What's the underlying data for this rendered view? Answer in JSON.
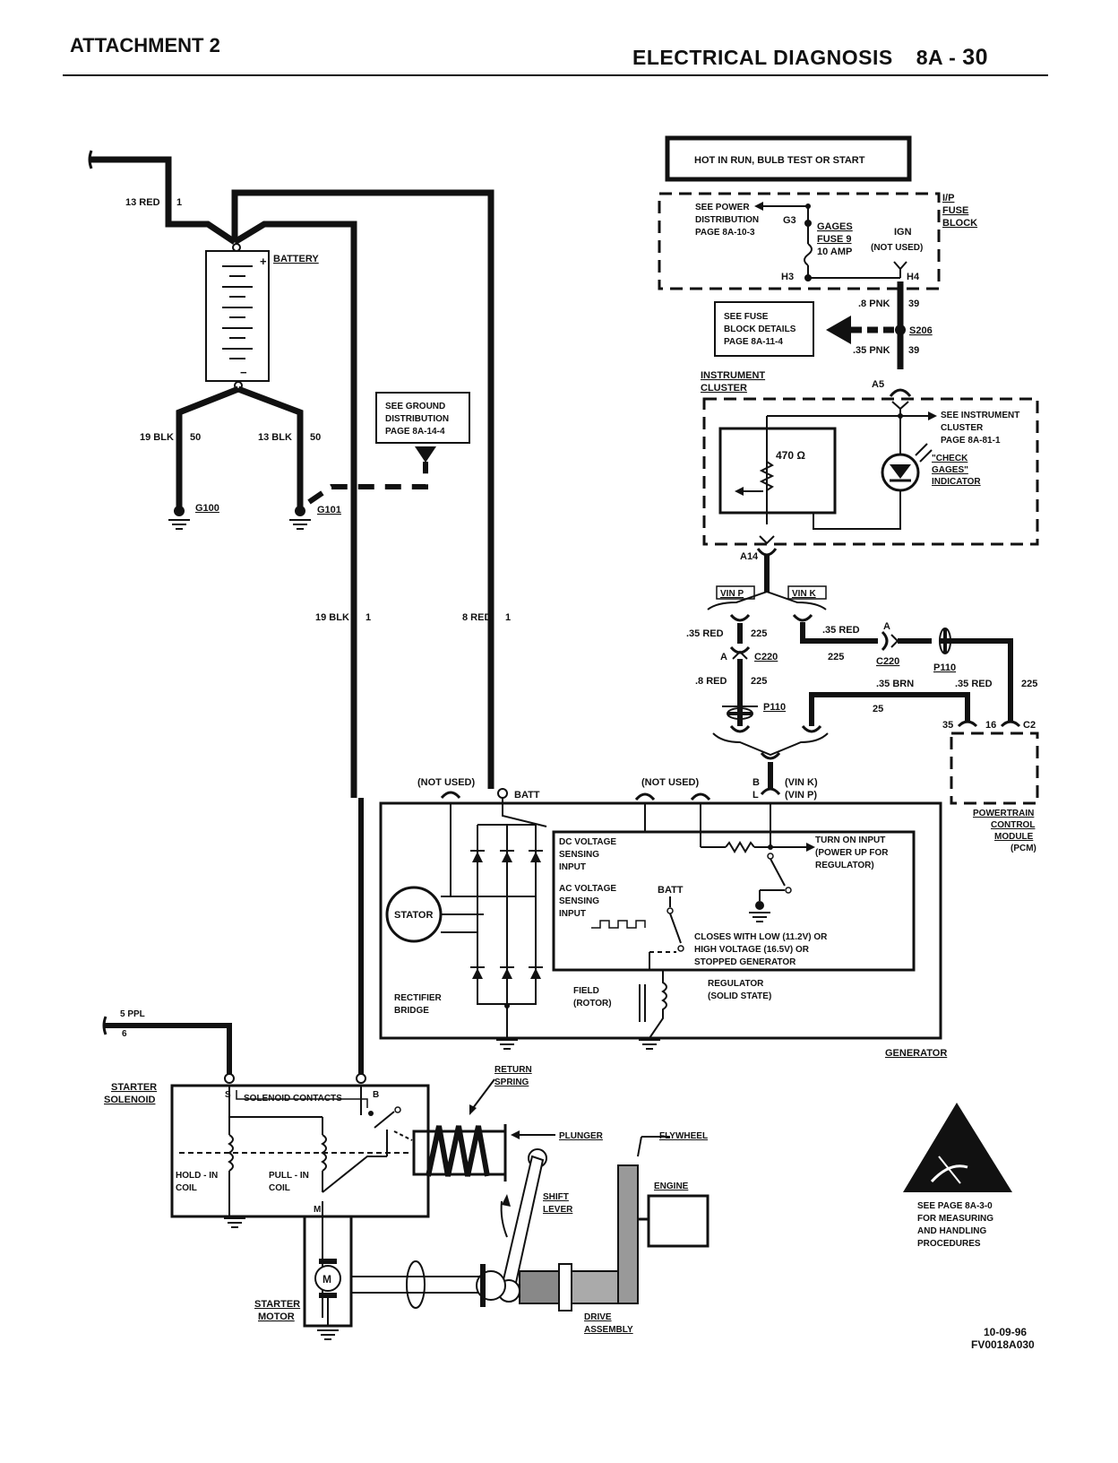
{
  "header": {
    "left": "ATTACHMENT 2",
    "title": "ELECTRICAL DIAGNOSIS",
    "section": "8A - ",
    "page": "30"
  },
  "labels": {
    "hot": "HOT IN RUN, BULB TEST OR START",
    "fuse_block": [
      "I/P",
      "FUSE",
      "BLOCK"
    ],
    "see_power": [
      "SEE POWER",
      "DISTRIBUTION",
      "PAGE 8A-10-3"
    ],
    "g3": "G3",
    "gages": [
      "GAGES",
      "FUSE 9",
      "10 AMP"
    ],
    "ign": [
      "IGN",
      "(NOT USED)"
    ],
    "h3": "H3",
    "h4": "H4",
    "wire_8pnk": ".8 PNK",
    "n39a": "39",
    "see_fuse": [
      "SEE FUSE",
      "BLOCK DETAILS",
      "PAGE 8A-11-4"
    ],
    "s206": "S206",
    "wire_35pnk": ".35 PNK",
    "n39b": "39",
    "instrument_cluster": [
      "INSTRUMENT",
      "CLUSTER"
    ],
    "a5": "A5",
    "see_instrument": [
      "SEE INSTRUMENT",
      "CLUSTER",
      "PAGE 8A-81-1"
    ],
    "check_gages": [
      "\"CHECK",
      "GAGES\"",
      "INDICATOR"
    ],
    "ohm": "470 Ω",
    "a14": "A14",
    "vin_p": "VIN P",
    "vin_k": "VIN K",
    "wire_35red_l": ".35 RED",
    "n225_l": "225",
    "a_l": "A",
    "c220_l": "C220",
    "wire_8red": ".8 RED",
    "n225_l2": "225",
    "p110_l": "P110",
    "wire_35red_r": ".35 RED",
    "a_r": "A",
    "n225_r": "225",
    "c220_r": "C220",
    "p110_r": "P110",
    "wire_35brn": ".35 BRN",
    "wire_35red_r2": ".35 RED",
    "n225_r2": "225",
    "n25": "25",
    "n35": "35",
    "n16": "16",
    "c2": "C2",
    "pcm": [
      "POWERTRAIN",
      "CONTROL",
      "MODULE",
      "(PCM)"
    ],
    "b_vink": [
      "B",
      "L",
      "(VIN K)",
      "(VIN P)"
    ],
    "not_used_1": "(NOT USED)",
    "not_used_2": "(NOT USED)",
    "batt": "BATT",
    "wire_13red": "13 RED",
    "n1_a": "1",
    "battery": "BATTERY",
    "wire_19blk_a": "19 BLK",
    "n50_a": "50",
    "wire_13blk": "13 BLK",
    "n50_b": "50",
    "g100": "G100",
    "g101": "G101",
    "see_ground": [
      "SEE GROUND",
      "DISTRIBUTION",
      "PAGE 8A-14-4"
    ],
    "wire_19blk_b": "19 BLK",
    "n1_b": "1",
    "wire_8red_b": "8 RED",
    "n1_c": "1",
    "dc_sense": [
      "DC VOLTAGE",
      "SENSING",
      "INPUT"
    ],
    "turn_on": [
      "TURN ON INPUT",
      "(POWER UP FOR",
      "REGULATOR)"
    ],
    "ac_sense": [
      "AC VOLTAGE",
      "SENSING",
      "INPUT"
    ],
    "batt2": "BATT",
    "closes": [
      "CLOSES WITH LOW (11.2V) OR",
      "HIGH VOLTAGE (16.5V) OR",
      "STOPPED GENERATOR"
    ],
    "stator": "STATOR",
    "rectifier": [
      "RECTIFIER",
      "BRIDGE"
    ],
    "field": [
      "FIELD",
      "(ROTOR)"
    ],
    "regulator": [
      "REGULATOR",
      "(SOLID STATE)"
    ],
    "generator": "GENERATOR",
    "wire_5ppl": "5 PPL",
    "n6": "6",
    "starter_solenoid": [
      "STARTER",
      "SOLENOID"
    ],
    "s_term": "S",
    "b_term": "B",
    "solenoid_contacts": "SOLENOID CONTACTS",
    "m_term": "M",
    "hold_in": [
      "HOLD - IN",
      "COIL"
    ],
    "pull_in": [
      "PULL - IN",
      "COIL"
    ],
    "return_spring": [
      "RETURN",
      "SPRING"
    ],
    "plunger": "PLUNGER",
    "flywheel": "FLYWHEEL",
    "engine": "ENGINE",
    "shift_lever": [
      "SHIFT",
      "LEVER"
    ],
    "starter_motor": [
      "STARTER",
      "MOTOR"
    ],
    "motor_m": "M",
    "drive_assembly": [
      "DRIVE",
      "ASSEMBLY"
    ],
    "esd_note": [
      "SEE PAGE 8A-3-0",
      "FOR MEASURING",
      "AND HANDLING",
      "PROCEDURES"
    ],
    "date": "10-09-96",
    "figure_id": "FV0018A030"
  }
}
